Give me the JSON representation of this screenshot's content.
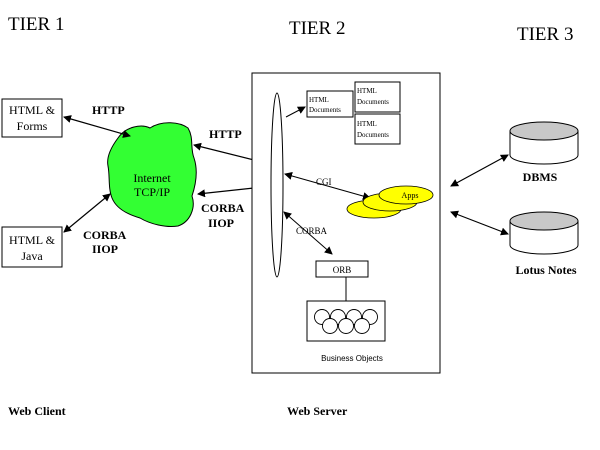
{
  "tiers": {
    "tier1": "TIER 1",
    "tier2": "TIER 2",
    "tier3": "TIER 3"
  },
  "footer": {
    "web_client": "Web Client",
    "web_server": "Web Server"
  },
  "client": {
    "html_forms_line1": "HTML &",
    "html_forms_line2": "Forms",
    "html_java_line1": "HTML &",
    "html_java_line2": "Java"
  },
  "protocols": {
    "http_left": "HTTP",
    "corba_left_line1": "CORBA",
    "corba_left_line2": "IIOP",
    "http_right": "HTTP",
    "corba_right_line1": "CORBA",
    "corba_right_line2": "IIOP"
  },
  "internet": {
    "line1": "Internet",
    "line2": "TCP/IP",
    "color": "#33ff33"
  },
  "server": {
    "html_docs_line1": "HTML",
    "html_docs_line2": "Documents",
    "cgi": "CGI",
    "apps": "Apps",
    "corba": "CORBA",
    "orb": "ORB",
    "business_objects": "Business Objects",
    "apps_color": "#ffff00"
  },
  "tier3": {
    "dbms": "DBMS",
    "lotus_notes": "Lotus Notes"
  }
}
